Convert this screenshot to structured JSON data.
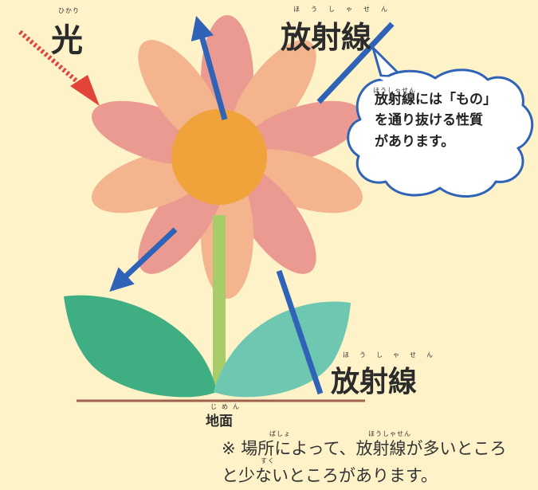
{
  "labels": {
    "light": "光",
    "light_ruby": "ひかり",
    "radiation_top": "放射線",
    "radiation_top_ruby": "ほうしゃせん",
    "radiation_bottom": "放射線",
    "radiation_bottom_ruby": "ほうしゃせん",
    "ground": "地面",
    "ground_ruby": "じめん"
  },
  "bubble": {
    "ruby": "ほうしゃせん",
    "line1": "放射線には「もの」",
    "line2": "を通り抜ける性質",
    "line3": "があります。"
  },
  "note": {
    "line1": "※ 場所によって、放射線が多いところ",
    "line2": "と少ないところがあります。",
    "ruby1": "ばしょ",
    "ruby2": "ほうしゃせん",
    "ruby3": "すく"
  },
  "colors": {
    "background": "#fdf2c8",
    "petal_dark": "#eb9a92",
    "petal_light": "#f3b48e",
    "flower_center": "#f0a23b",
    "stem": "#a8cc6a",
    "leaf_left": "#3fae82",
    "leaf_right": "#6ec7b0",
    "radiation_arrow": "#2f63b8",
    "light_arrow": "#e2443a",
    "ground_line": "#a0604e"
  }
}
